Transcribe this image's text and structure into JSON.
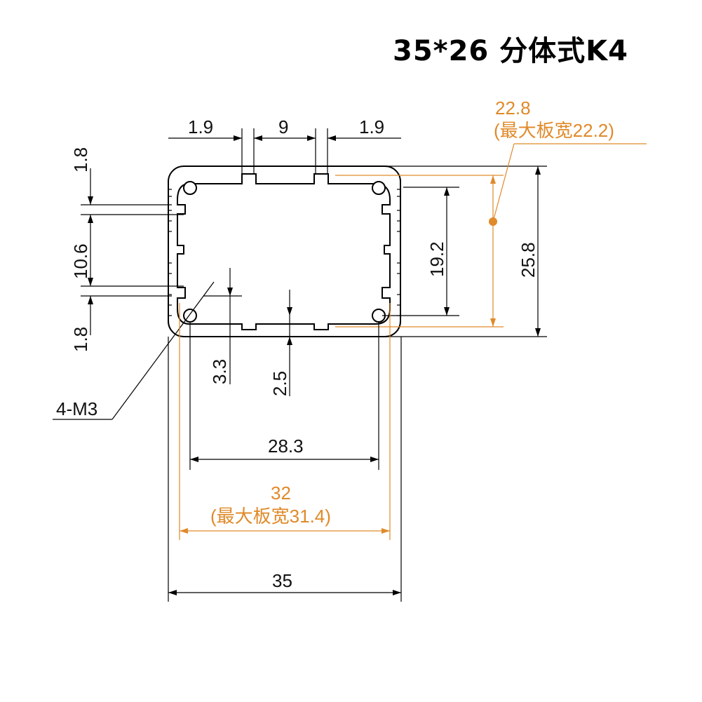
{
  "title": "35*26  分体式K4",
  "colors": {
    "line": "#000000",
    "accent": "#e08a2a"
  },
  "dimensions": {
    "top_left_wall": "1.9",
    "top_slot": "9",
    "top_right_wall": "1.9",
    "left_top": "1.8",
    "left_mid": "10.6",
    "left_bottom": "1.8",
    "inner_height": "19.2",
    "outer_height": "25.8",
    "board_height": "22.8",
    "board_height_note": "(最大板宽22.2)",
    "screw_offset": "3.3",
    "rail_offset": "2.5",
    "screw_label": "4-M3",
    "screw_span": "28.3",
    "board_width": "32",
    "board_width_note": "(最大板宽31.4)",
    "outer_width": "35"
  }
}
